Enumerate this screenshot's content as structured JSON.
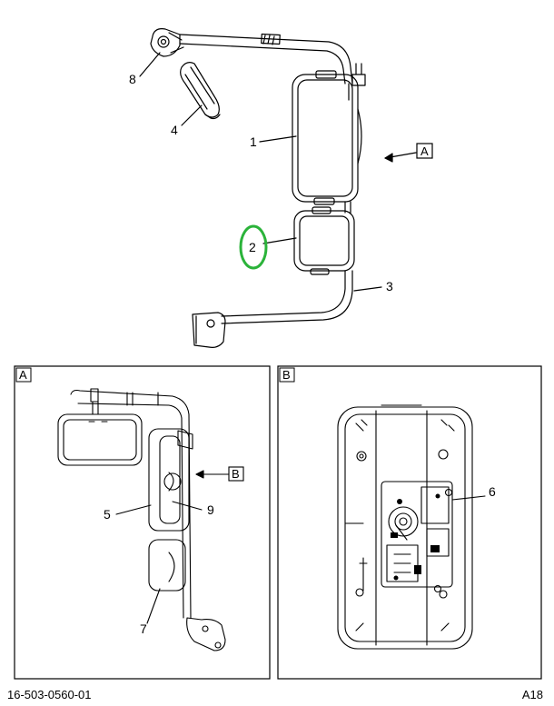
{
  "callouts": {
    "c1": "1",
    "c2": "2",
    "c3": "3",
    "c4": "4",
    "c5": "5",
    "c6": "6",
    "c7": "7",
    "c8": "8",
    "c9": "9"
  },
  "view_refs": {
    "a_pointer": "A",
    "b_pointer": "B"
  },
  "panels": {
    "a_title": "A",
    "b_title": "B"
  },
  "footer": {
    "doc_number": "16-503-0560-01",
    "sheet_id": "A18"
  },
  "colors": {
    "line": "#000000",
    "highlight": "#2bb33a"
  }
}
